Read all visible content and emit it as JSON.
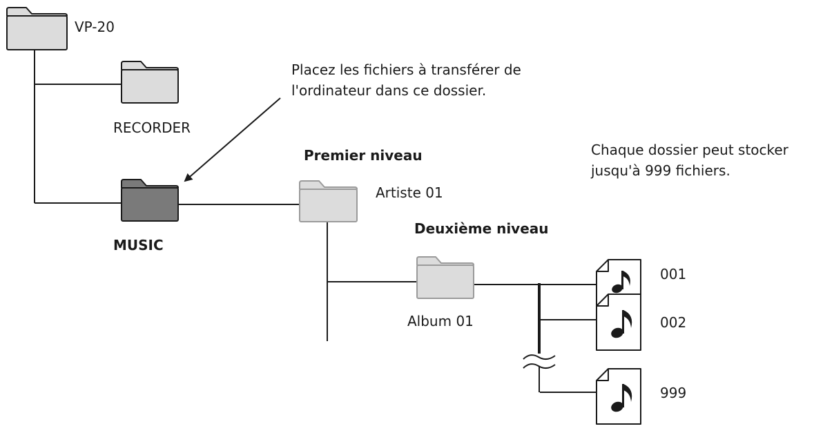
{
  "folders": {
    "root": {
      "label": "VP-20",
      "color": "#dcdcdc"
    },
    "recorder": {
      "label": "RECORDER",
      "color": "#dcdcdc"
    },
    "music": {
      "label": "MUSIC",
      "color": "#7a7a7a"
    },
    "artist": {
      "label": "Artiste 01",
      "color": "#dcdcdc"
    },
    "album": {
      "label": "Album 01",
      "color": "#dcdcdc"
    }
  },
  "levels": {
    "first": "Premier niveau",
    "second": "Deuxième niveau"
  },
  "notes": {
    "transfer_line1": "Placez les fichiers à transférer de",
    "transfer_line2": "l'ordinateur dans ce dossier.",
    "capacity_line1": "Chaque dossier peut stocker",
    "capacity_line2": "jusqu'à 999 fichiers."
  },
  "files": [
    {
      "label": "001",
      "icon": "music-note-icon"
    },
    {
      "label": "002",
      "icon": "music-note-icon"
    },
    {
      "label": "999",
      "icon": "music-note-icon"
    }
  ]
}
